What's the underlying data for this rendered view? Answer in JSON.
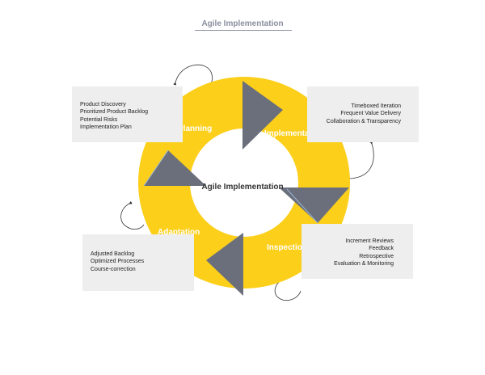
{
  "title": "Agile Implementation",
  "center_label": "Agile Implementation",
  "colors": {
    "ring": "#fccf1a",
    "arrow": "#6b6f7c",
    "note_bg": "#eeeeee",
    "title": "#8a8f9e"
  },
  "stages": [
    {
      "label": "Planning"
    },
    {
      "label": "Implementation"
    },
    {
      "label": "Inspection"
    },
    {
      "label": "Adaptation"
    }
  ],
  "notes": {
    "planning": [
      "Product Discovery",
      "Prioritized Product Backlog",
      "Potential Risks",
      "Implementation Plan"
    ],
    "implementation": [
      "Timeboxed Iteration",
      "Frequent Value Delivery",
      "Collaboration & Transparency"
    ],
    "inspection": [
      "Increment Reviews",
      "Feedback",
      "Retrospective",
      "Evaluation & Monitoring"
    ],
    "adaptation": [
      "Adjusted Backlog",
      "Optimized Processes",
      "Course-correction"
    ]
  }
}
